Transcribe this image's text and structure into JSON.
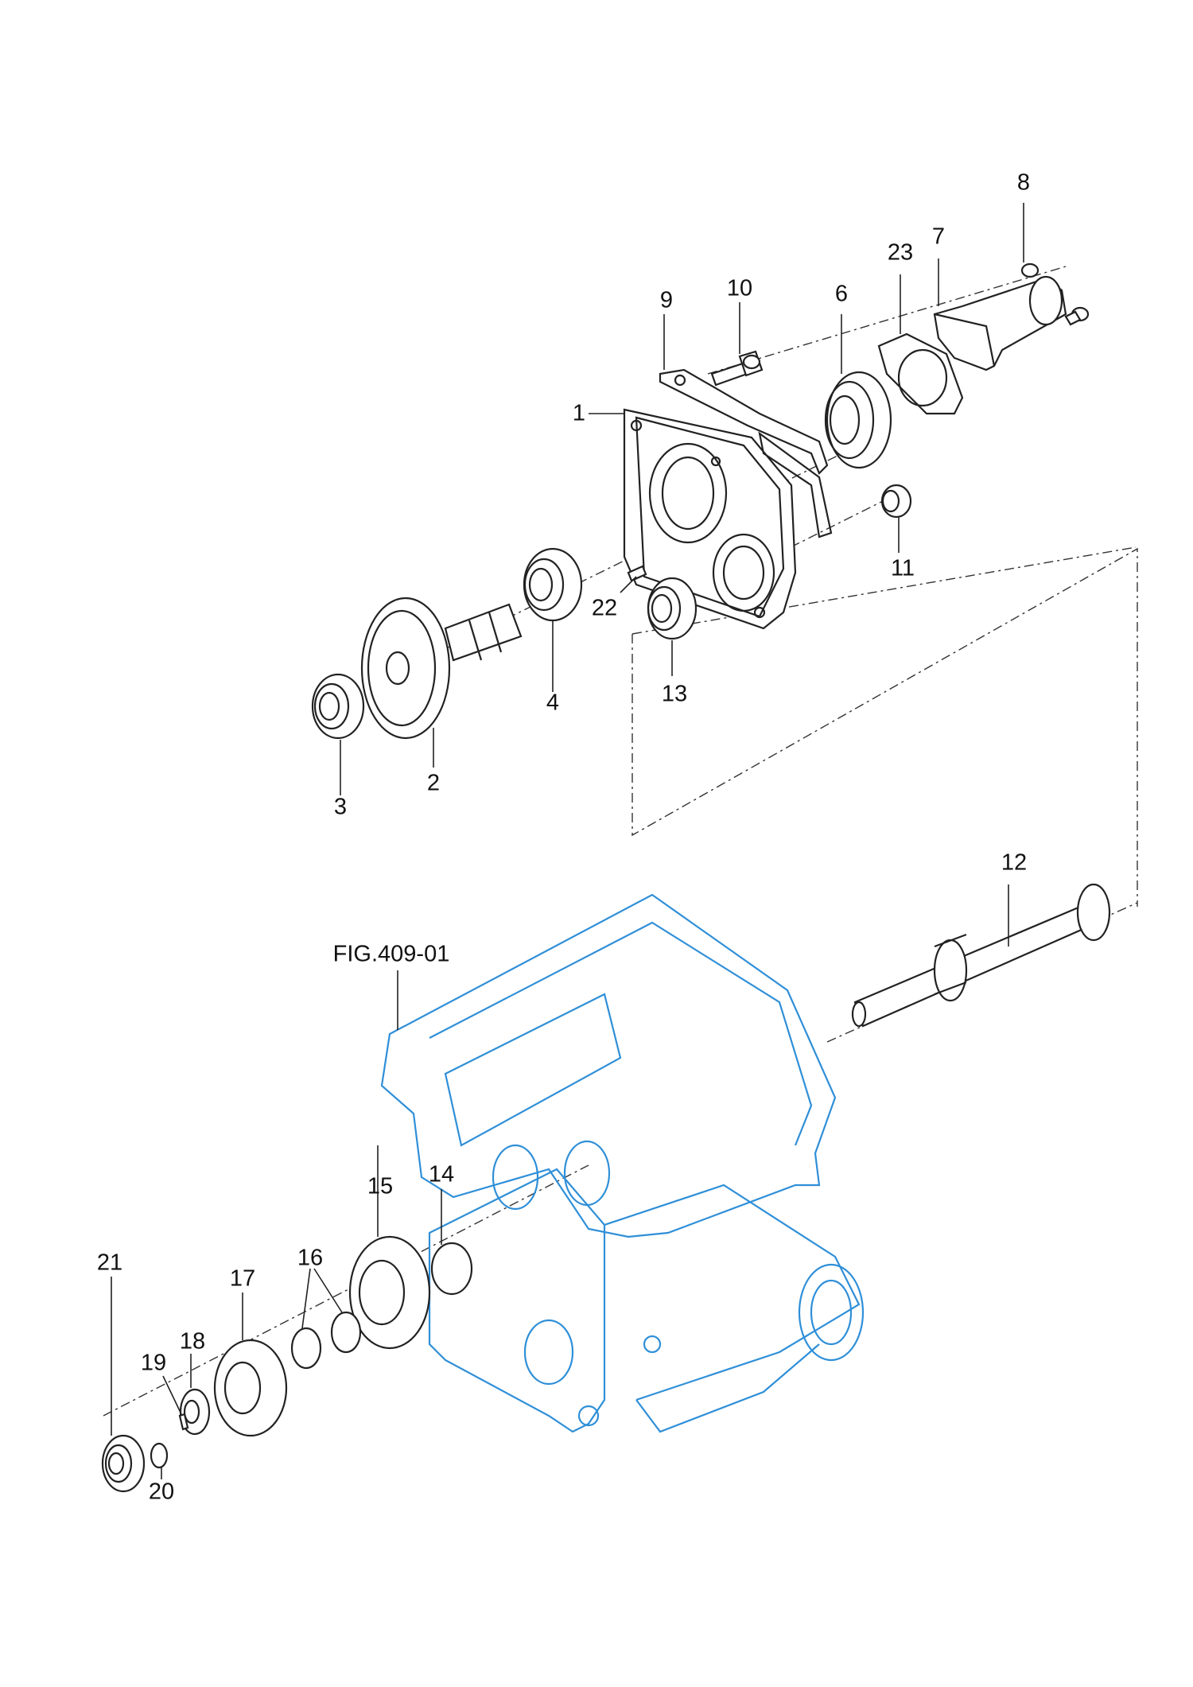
{
  "callouts": [
    {
      "id": "c1",
      "text": "1"
    },
    {
      "id": "c2",
      "text": "2"
    },
    {
      "id": "c3",
      "text": "3"
    },
    {
      "id": "c4",
      "text": "4"
    },
    {
      "id": "c6",
      "text": "6"
    },
    {
      "id": "c7",
      "text": "7"
    },
    {
      "id": "c8",
      "text": "8"
    },
    {
      "id": "c9",
      "text": "9"
    },
    {
      "id": "c10",
      "text": "10"
    },
    {
      "id": "c11",
      "text": "11"
    },
    {
      "id": "c12",
      "text": "12"
    },
    {
      "id": "c13",
      "text": "13"
    },
    {
      "id": "c14",
      "text": "14"
    },
    {
      "id": "c15",
      "text": "15"
    },
    {
      "id": "c16",
      "text": "16"
    },
    {
      "id": "c17",
      "text": "17"
    },
    {
      "id": "c18",
      "text": "18"
    },
    {
      "id": "c19",
      "text": "19"
    },
    {
      "id": "c20",
      "text": "20"
    },
    {
      "id": "c21",
      "text": "21"
    },
    {
      "id": "c22",
      "text": "22"
    },
    {
      "id": "c23",
      "text": "23"
    }
  ],
  "figure_reference": "FIG.409-01",
  "colors": {
    "line": "#222222",
    "housing": "#2f8fd8",
    "background": "#ffffff"
  }
}
